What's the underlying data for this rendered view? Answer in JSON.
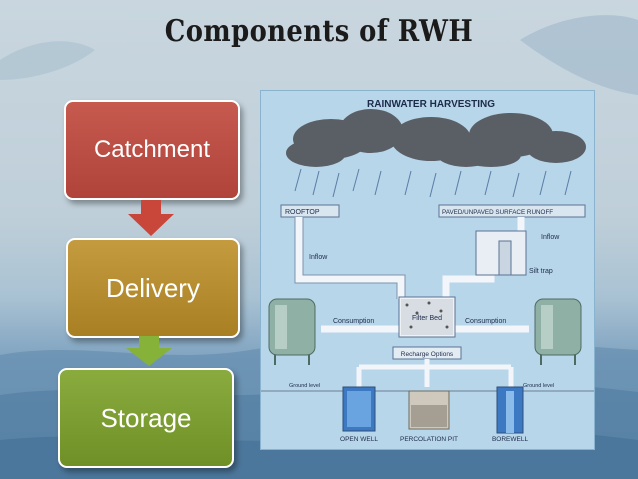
{
  "slide": {
    "title": "Components of RWH",
    "components": [
      "Catchment",
      "Delivery",
      "Storage"
    ]
  },
  "diagram": {
    "heading": "RAINWATER HARVESTING",
    "labels": {
      "rooftop": "ROOFTOP",
      "runoff": "PAVED/UNPAVED SURFACE RUNOFF",
      "inflow_left": "Inflow",
      "inflow_right": "Inflow",
      "silt_trap": "Silt trap",
      "filter_bed": "Filter Bed",
      "consumption_left": "Consumption",
      "consumption_right": "Consumption",
      "recharge": "Recharge Options",
      "ground_left": "Ground level",
      "ground_right": "Ground level",
      "open_well": "OPEN WELL",
      "percolation_pit": "PERCOLATION PIT",
      "borewell": "BOREWELL"
    }
  },
  "colors": {
    "catchment": "#b9493f",
    "delivery": "#b48a2e",
    "storage": "#7c9c31",
    "arrow_red": "#c9463b",
    "arrow_green": "#86b23a"
  }
}
